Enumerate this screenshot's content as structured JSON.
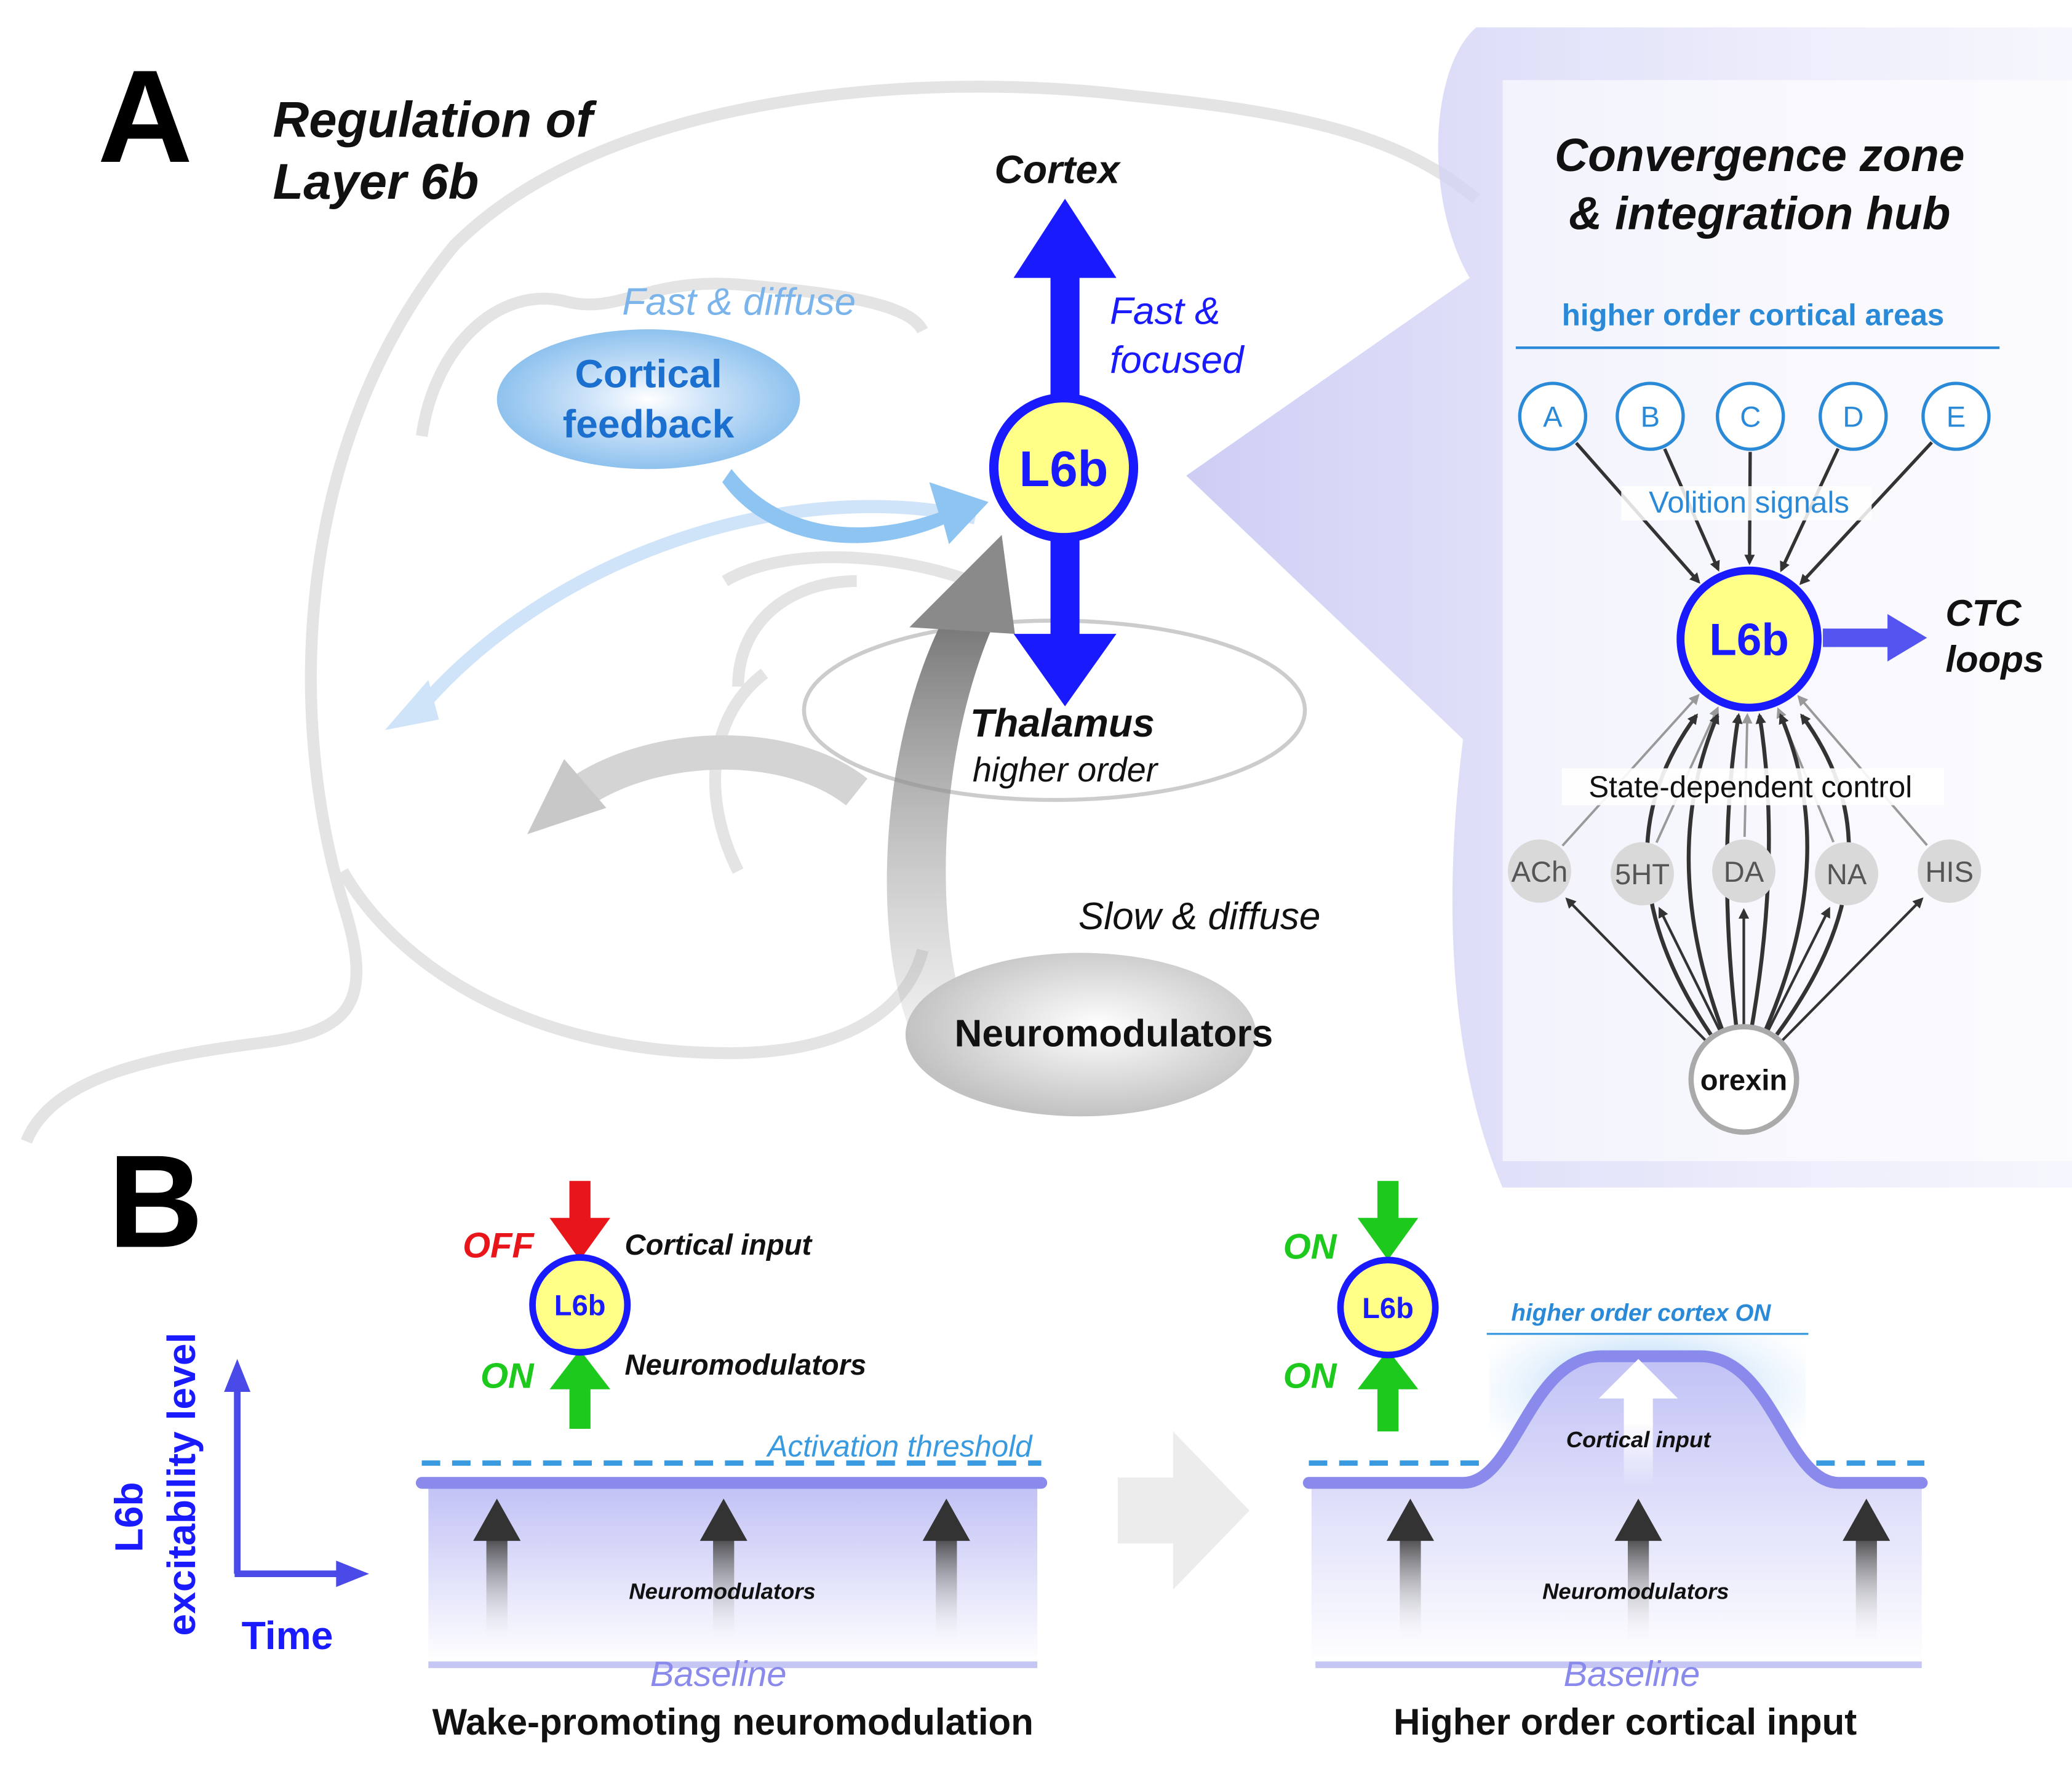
{
  "panel_a": {
    "letter": "A",
    "title_line1": "Regulation of",
    "title_line2": "Layer 6b",
    "cortex_label": "Cortex",
    "fast_focused_line1": "Fast &",
    "fast_focused_line2": "focused",
    "fast_diffuse": "Fast & diffuse",
    "cortical_feedback_line1": "Cortical",
    "cortical_feedback_line2": "feedback",
    "l6b_label": "L6b",
    "thalamus_label": "Thalamus",
    "thalamus_sub": "higher order",
    "slow_diffuse": "Slow & diffuse",
    "neuromodulators_label": "Neuromodulators"
  },
  "hub": {
    "title_line1": "Convergence zone",
    "title_line2": "& integration hub",
    "areas_header": "higher order cortical areas",
    "area_nodes": [
      "A",
      "B",
      "C",
      "D",
      "E"
    ],
    "volition": "Volition signals",
    "l6b_label": "L6b",
    "output_line1": "CTC",
    "output_line2": "loops",
    "state_control": "State-dependent control",
    "modulator_nodes": [
      "ACh",
      "5HT",
      "DA",
      "NA",
      "HIS"
    ],
    "orexin": "orexin"
  },
  "panel_b": {
    "letter": "B",
    "axis_y_line1": "L6b",
    "axis_y_line2": "excitability level",
    "axis_x": "Time",
    "left": {
      "off_label": "OFF",
      "on_label": "ON",
      "cortical_input": "Cortical input",
      "neuromodulators_label": "Neuromodulators",
      "l6b_label": "L6b",
      "threshold": "Activation threshold",
      "inner_neuromod": "Neuromodulators",
      "baseline": "Baseline",
      "caption": "Wake-promoting neuromodulation"
    },
    "right": {
      "on_top": "ON",
      "on_bottom": "ON",
      "l6b_label": "L6b",
      "higher_on": "higher order cortex ON",
      "cortical_input": "Cortical input",
      "inner_neuromod": "Neuromodulators",
      "baseline": "Baseline",
      "caption": "Higher order cortical input"
    }
  },
  "colors": {
    "blue": "#1a1aff",
    "yellow": "#ffff88",
    "light_blue": "#3a9ae0",
    "red": "#e8161b",
    "green": "#1cc91c",
    "gray": "#a8a8a8",
    "lavender": "#8080ee"
  }
}
